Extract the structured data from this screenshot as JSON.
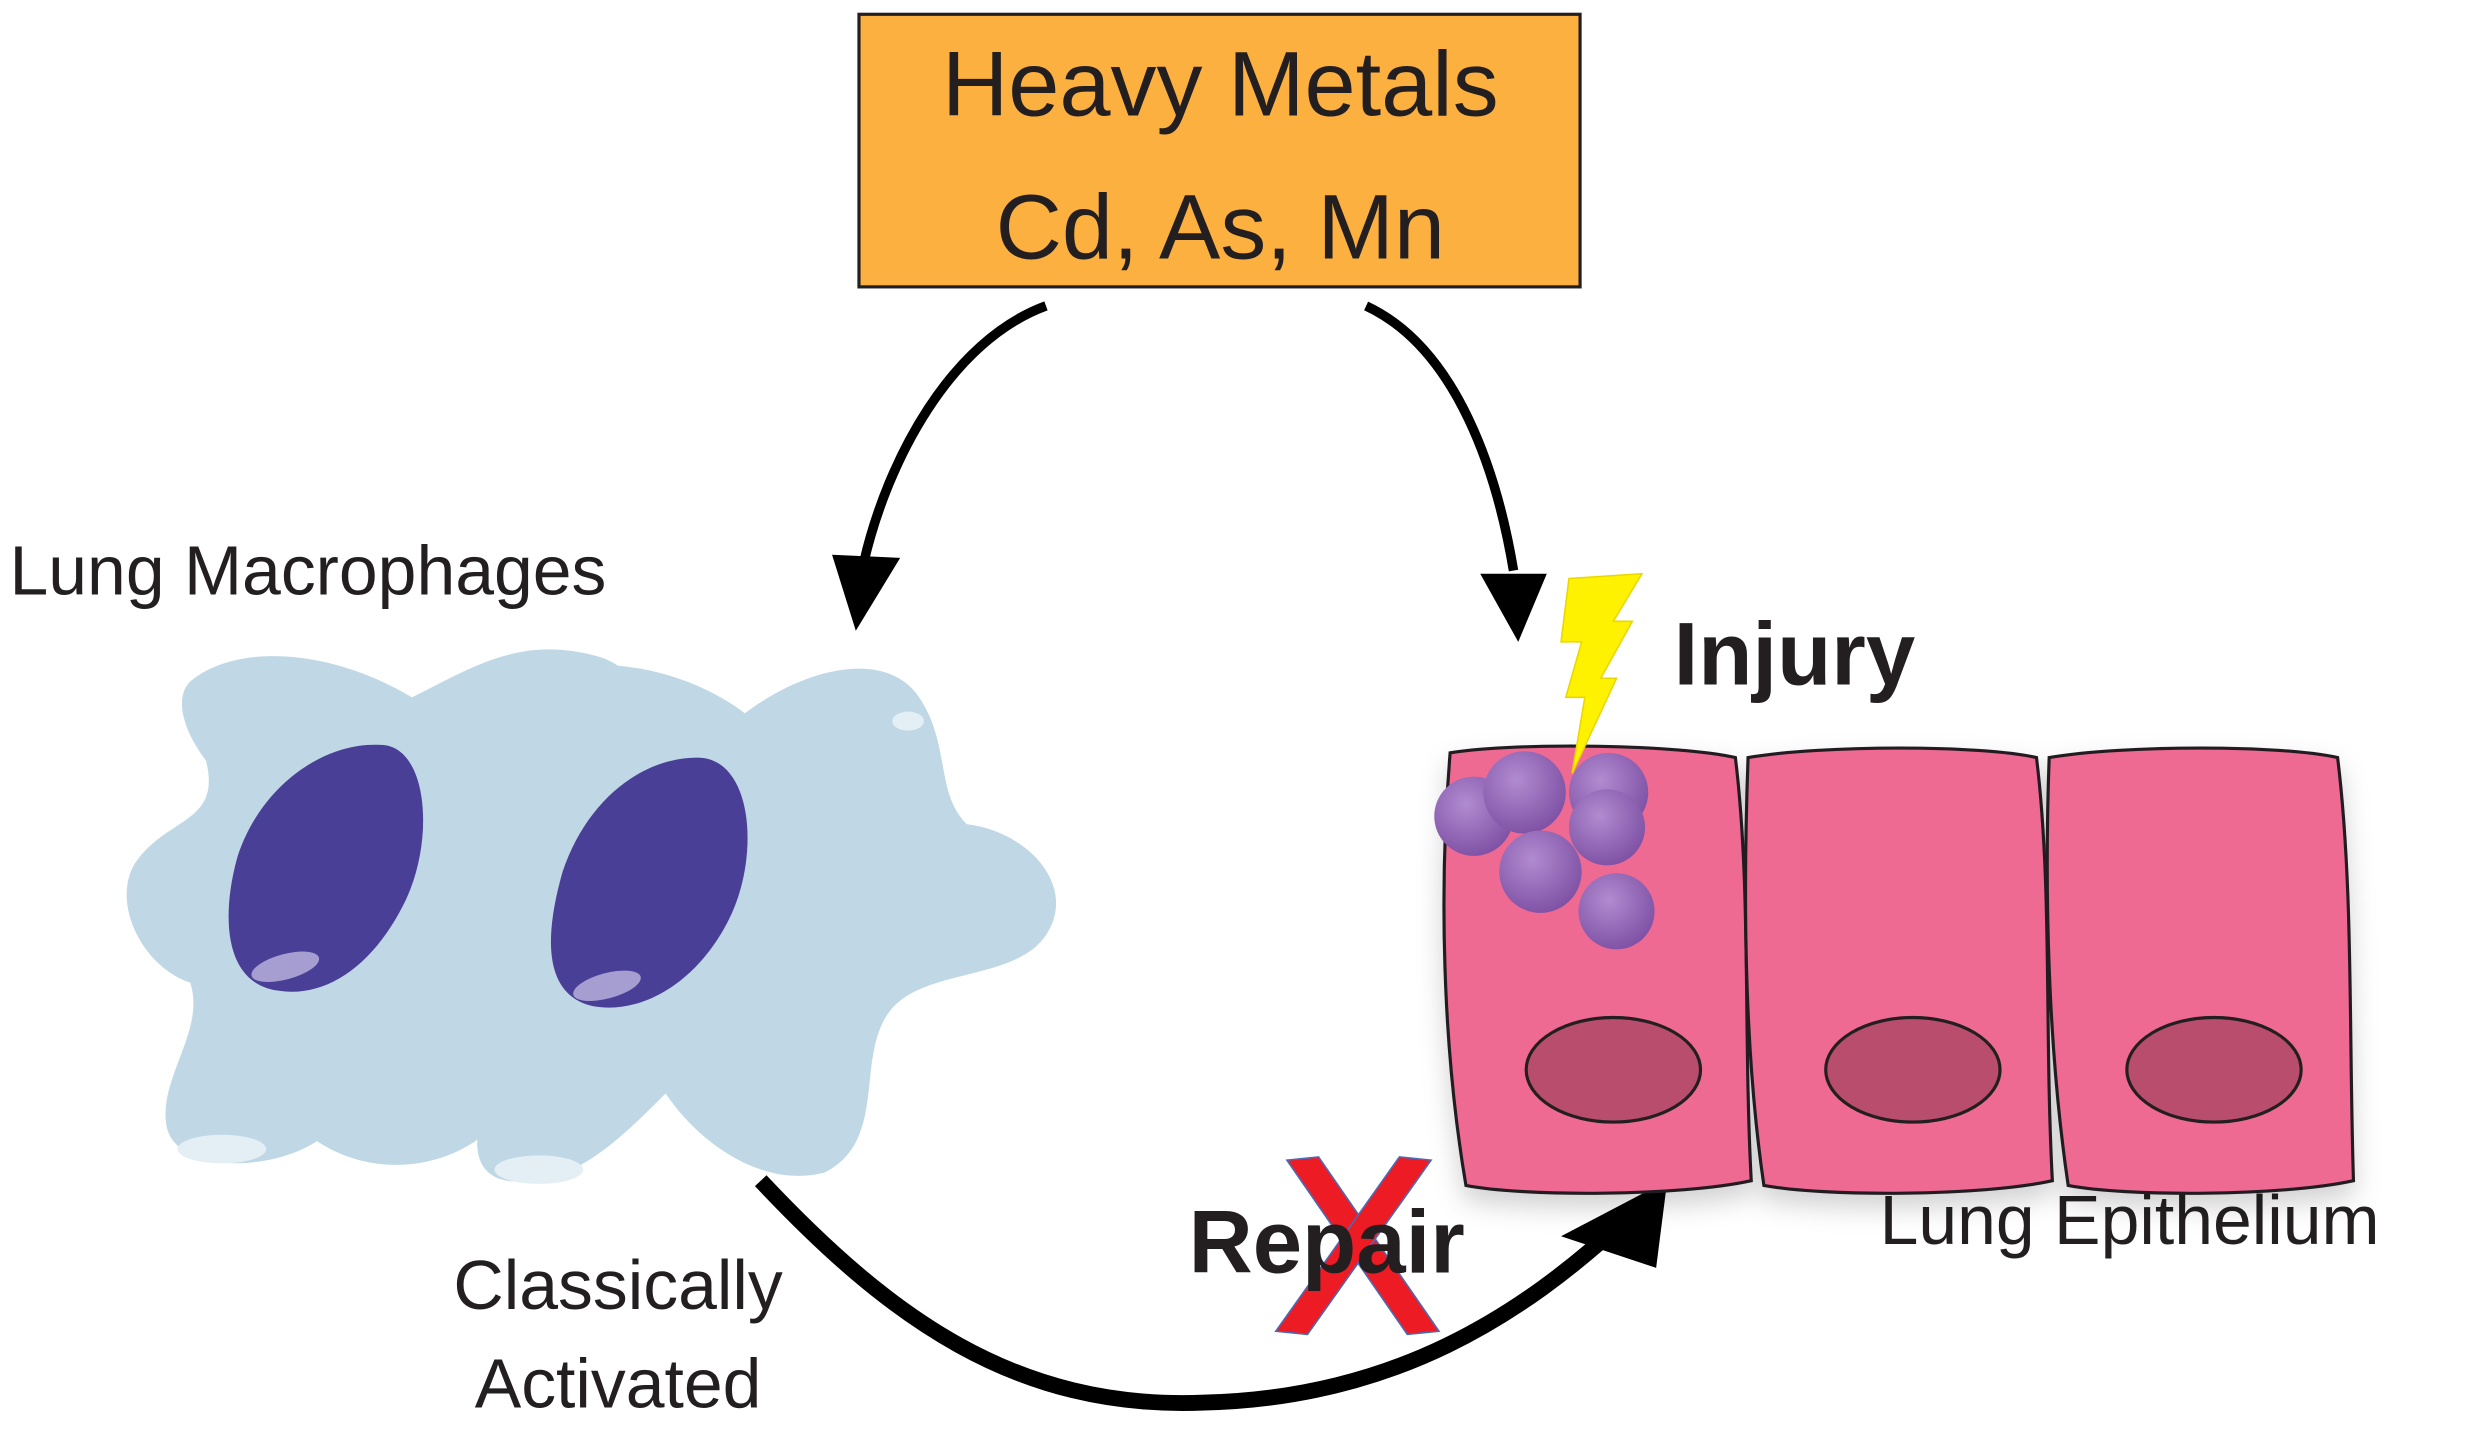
{
  "source_box": {
    "line1": "Heavy Metals",
    "line2": "Cd, As, Mn",
    "fill": "#fbb040"
  },
  "labels": {
    "macrophages": "Lung Macrophages",
    "activation_line1": "Classically",
    "activation_line2": "Activated",
    "injury": "Injury",
    "repair": "Repair",
    "epithelium": "Lung Epithelium"
  },
  "colors": {
    "macrophage": "#c0d8e6",
    "macrophage_nucleus": "#4a3f96",
    "epithelial_cell": "#ee6a93",
    "epithelial_nucleus": "#b94d6d",
    "particle": "#9a6ab8",
    "lightning": "#fff200",
    "cross": "#ed1c24"
  },
  "icons": {
    "lightning": "lightning-bolt-icon",
    "cross": "x-mark-icon"
  }
}
